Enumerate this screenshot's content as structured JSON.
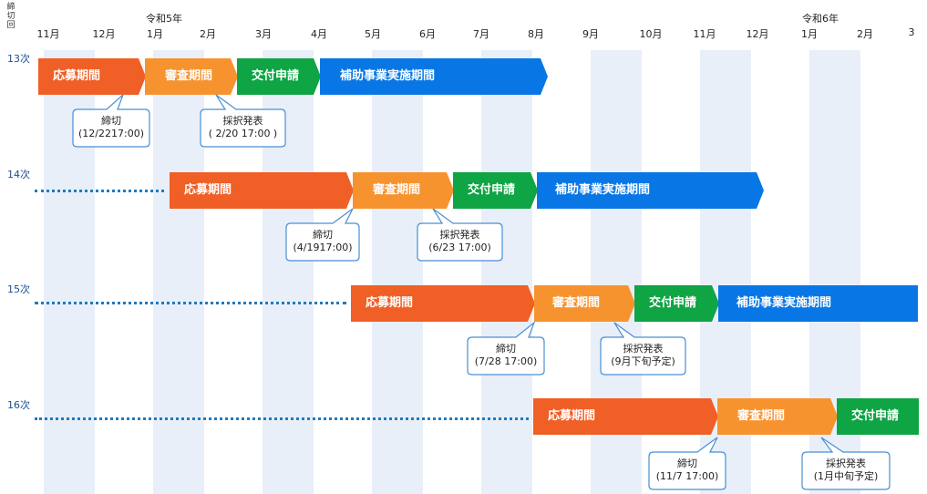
{
  "header": {
    "deadline_column_label": "締切回",
    "months": [
      "11月",
      "12月",
      "1月",
      "2月",
      "3月",
      "4月",
      "5月",
      "6月",
      "7月",
      "8月",
      "9月",
      "10月",
      "11月",
      "12月",
      "1月",
      "2月",
      "3"
    ],
    "era_labels": [
      "令和5年",
      "令和6年"
    ]
  },
  "rounds": [
    {
      "label": "13次",
      "phases": [
        {
          "label": "応募期間",
          "color": "#f05f25"
        },
        {
          "label": "審査期間",
          "color": "#f7932f"
        },
        {
          "label": "交付申請",
          "color": "#0fa444"
        },
        {
          "label": "補助事業実施期間",
          "color": "#0877e5"
        }
      ],
      "callouts": [
        {
          "title": "締切",
          "detail": "(12/2217:00)"
        },
        {
          "title": "採択発表",
          "detail": "( 2/20 17:00 )"
        }
      ]
    },
    {
      "label": "14次",
      "phases": [
        {
          "label": "応募期間",
          "color": "#f05f25"
        },
        {
          "label": "審査期間",
          "color": "#f7932f"
        },
        {
          "label": "交付申請",
          "color": "#0fa444"
        },
        {
          "label": "補助事業実施期間",
          "color": "#0877e5"
        }
      ],
      "callouts": [
        {
          "title": "締切",
          "detail": "(4/1917:00)"
        },
        {
          "title": "採択発表",
          "detail": "(6/23 17:00)"
        }
      ]
    },
    {
      "label": "15次",
      "phases": [
        {
          "label": "応募期間",
          "color": "#f05f25"
        },
        {
          "label": "審査期間",
          "color": "#f7932f"
        },
        {
          "label": "交付申請",
          "color": "#0fa444"
        },
        {
          "label": "補助事業実施期間",
          "color": "#0877e5"
        }
      ],
      "callouts": [
        {
          "title": "締切",
          "detail": "(7/28 17:00)"
        },
        {
          "title": "採択発表",
          "detail": "(9月下旬予定)"
        }
      ]
    },
    {
      "label": "16次",
      "phases": [
        {
          "label": "応募期間",
          "color": "#f05f25"
        },
        {
          "label": "審査期間",
          "color": "#f7932f"
        },
        {
          "label": "交付申請",
          "color": "#0fa444"
        }
      ],
      "callouts": [
        {
          "title": "締切",
          "detail": "(11/7 17:00)"
        },
        {
          "title": "採択発表",
          "detail": "(1月中旬予定)"
        }
      ]
    }
  ]
}
